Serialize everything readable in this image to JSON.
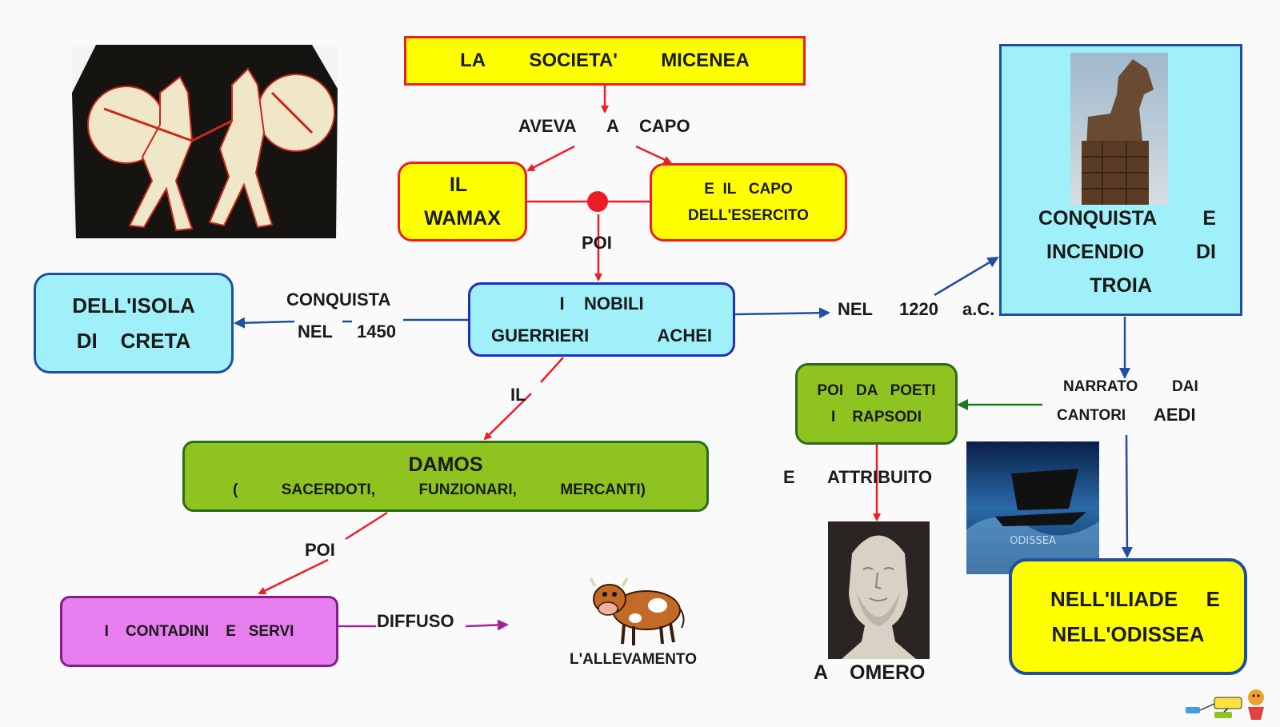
{
  "colors": {
    "red": "#ee1c24",
    "blue": "#1f4fa0",
    "green_line": "#1e7a1e",
    "purple": "#a020a0",
    "yellow": "#ffff00",
    "cyan": "#9ff0f8",
    "green_box": "#8fc31f",
    "magenta": "#e87ff0"
  },
  "nodes": {
    "title": {
      "w1": "LA",
      "w2": "SOCIETA'",
      "w3": "MICENEA"
    },
    "wamax": {
      "line1": "IL",
      "line2": "WAMAX"
    },
    "capo_esercito": {
      "line1": "E  IL   CAPO",
      "line2": "DELL'ESERCITO"
    },
    "nobili": {
      "line1": "I    NOBILI",
      "line2a": "GUERRIERI",
      "line2b": "ACHEI"
    },
    "creta": {
      "line1": "DELL'ISOLA",
      "line2": "DI    CRETA"
    },
    "troia": {
      "line1a": "CONQUISTA",
      "line1b": "E",
      "line2a": "INCENDIO",
      "line2b": "DI",
      "line3": "TROIA"
    },
    "damos": {
      "title": "DAMOS",
      "p1": "(",
      "p2": "SACERDOTI,",
      "p3": "FUNZIONARI,",
      "p4": "MERCANTI)"
    },
    "contadini": {
      "text": "I    CONTADINI    E   SERVI"
    },
    "rapsodi": {
      "line1": "POI   DA   POETI",
      "line2": "I    RAPSODI"
    },
    "iliade": {
      "line1a": "NELL'ILIADE",
      "line1b": "E",
      "line2": "NELL'ODISSEA"
    }
  },
  "labels": {
    "aveva": "AVEVA",
    "a": "A",
    "capo": "CAPO",
    "poi1": "POI",
    "conquista": "CONQUISTA",
    "nel": "NEL",
    "y1450": "1450",
    "nel2": "NEL",
    "y1220": "1220",
    "ac": "a.C.",
    "il": "IL",
    "poi2": "POI",
    "diffuso": "DIFFUSO",
    "allevamento": "L'ALLEVAMENTO",
    "narrato": "NARRATO",
    "dai": "DAI",
    "cantori": "CANTORI",
    "aedi": "AEDI",
    "e": "E",
    "attribuito": "ATTRIBUITO",
    "a_omero_a": "A",
    "omero": "OMERO",
    "odissea_logo": "ODISSEA"
  },
  "icons": [
    "greek-warriors-vase-image",
    "trojan-horse-image",
    "cow-icon",
    "homer-bust-image",
    "odyssey-ship-image",
    "mappa-logo-icon"
  ]
}
